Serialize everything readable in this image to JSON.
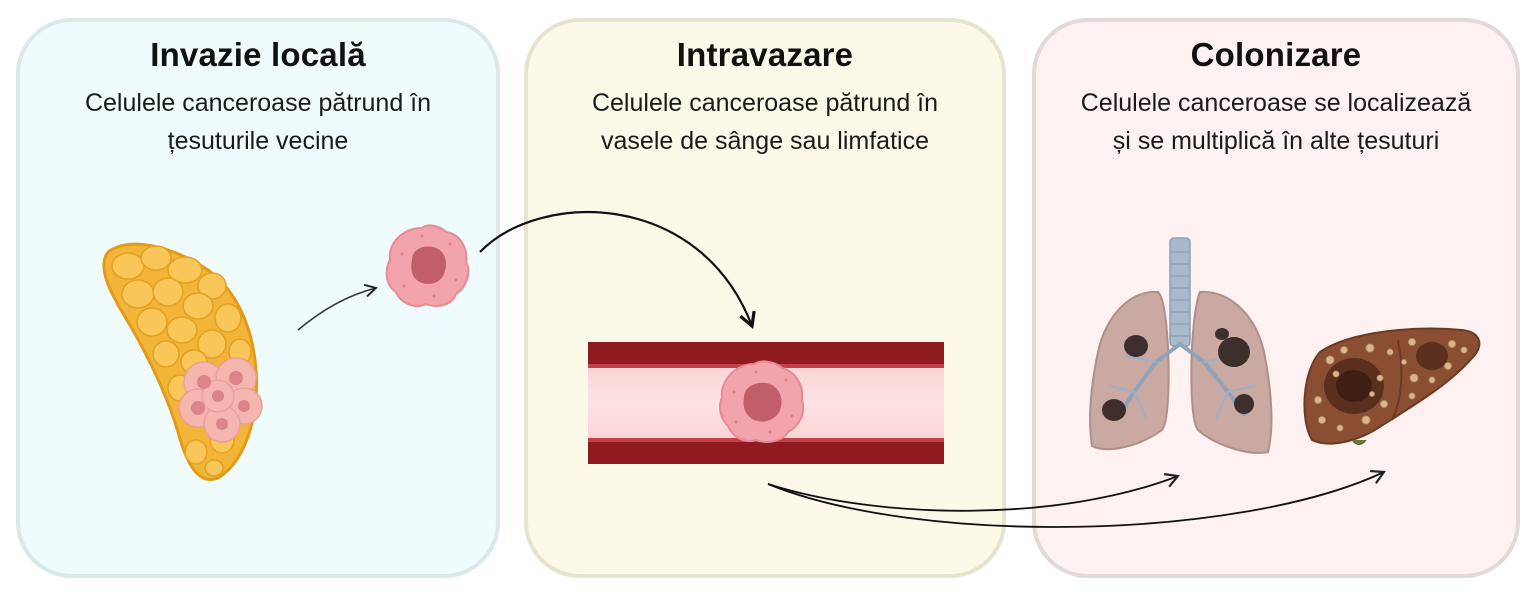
{
  "colors": {
    "panel_backgrounds": [
      "#effbfc",
      "#fcf9e8",
      "#fdf1f1"
    ],
    "panel_borders": [
      "#dbe7e8",
      "#e6e3cf",
      "#e2d9d9"
    ],
    "vessel_wall": "#8f1a1f",
    "cell_body": "#f2a3ab",
    "cell_nucleus": "#c25d6a",
    "tissue": "#f2b539",
    "lung": "#c9a9a2",
    "liver": "#8a4f33"
  },
  "panels": [
    {
      "title": "Invazie locală",
      "description_lines": [
        "Celulele canceroase pătrund în",
        "țesuturile vecine"
      ],
      "illustration": "tissue-with-tumor"
    },
    {
      "title": "Intravazare",
      "description_lines": [
        "Celulele canceroase pătrund în",
        "vasele de sânge sau limfatice"
      ],
      "illustration": "blood-vessel-with-cell"
    },
    {
      "title": "Colonizare",
      "description_lines": [
        "Celulele canceroase se localizează",
        "și se multiplică în alte țesuturi"
      ],
      "illustration": "metastatic-lungs-and-liver"
    }
  ]
}
